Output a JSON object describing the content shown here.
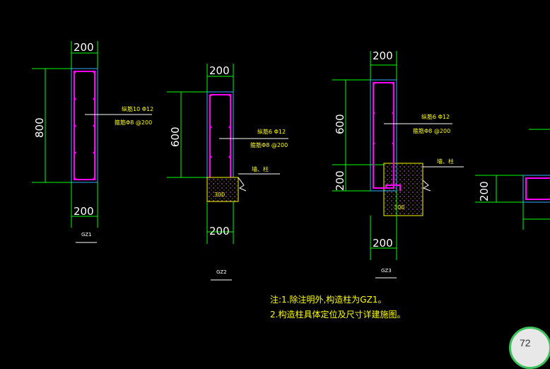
{
  "dims": {
    "gz1_width_top": "200",
    "gz1_height": "800",
    "gz1_width_bottom": "200",
    "gz2_width_top": "200",
    "gz2_height": "600",
    "gz2_width_bottom": "200",
    "gz2_base": "300",
    "gz3_width_top": "200",
    "gz3_height": "600",
    "gz3_lower": "200",
    "gz3_base": "300",
    "gz3_width_bottom": "200",
    "gz4_height": "200"
  },
  "annotations": {
    "gz1_longitudinal": "纵筋10 Φ12",
    "gz1_stirrup": "箍筋Φ8 @200",
    "gz2_longitudinal": "纵筋6 Φ12",
    "gz2_stirrup": "箍筋Φ8 @200",
    "gz2_wall": "墙、柱",
    "gz3_longitudinal": "纵筋6 Φ12",
    "gz3_stirrup": "箍筋Φ8 @200",
    "gz3_wall": "墙、柱"
  },
  "labels": {
    "gz1": "GZ1",
    "gz2": "GZ2",
    "gz3": "GZ3"
  },
  "notes": {
    "line1": "注:1.除注明外,构造柱为GZ1。",
    "line2": "2.构造柱具体定位及尺寸详建施图。"
  },
  "badge": {
    "text": "72"
  },
  "colors": {
    "background": "#000000",
    "dimension": "#00ff00",
    "outline": "#33aaff",
    "rebar": "#ff00ff",
    "annotation": "#ffff00"
  }
}
